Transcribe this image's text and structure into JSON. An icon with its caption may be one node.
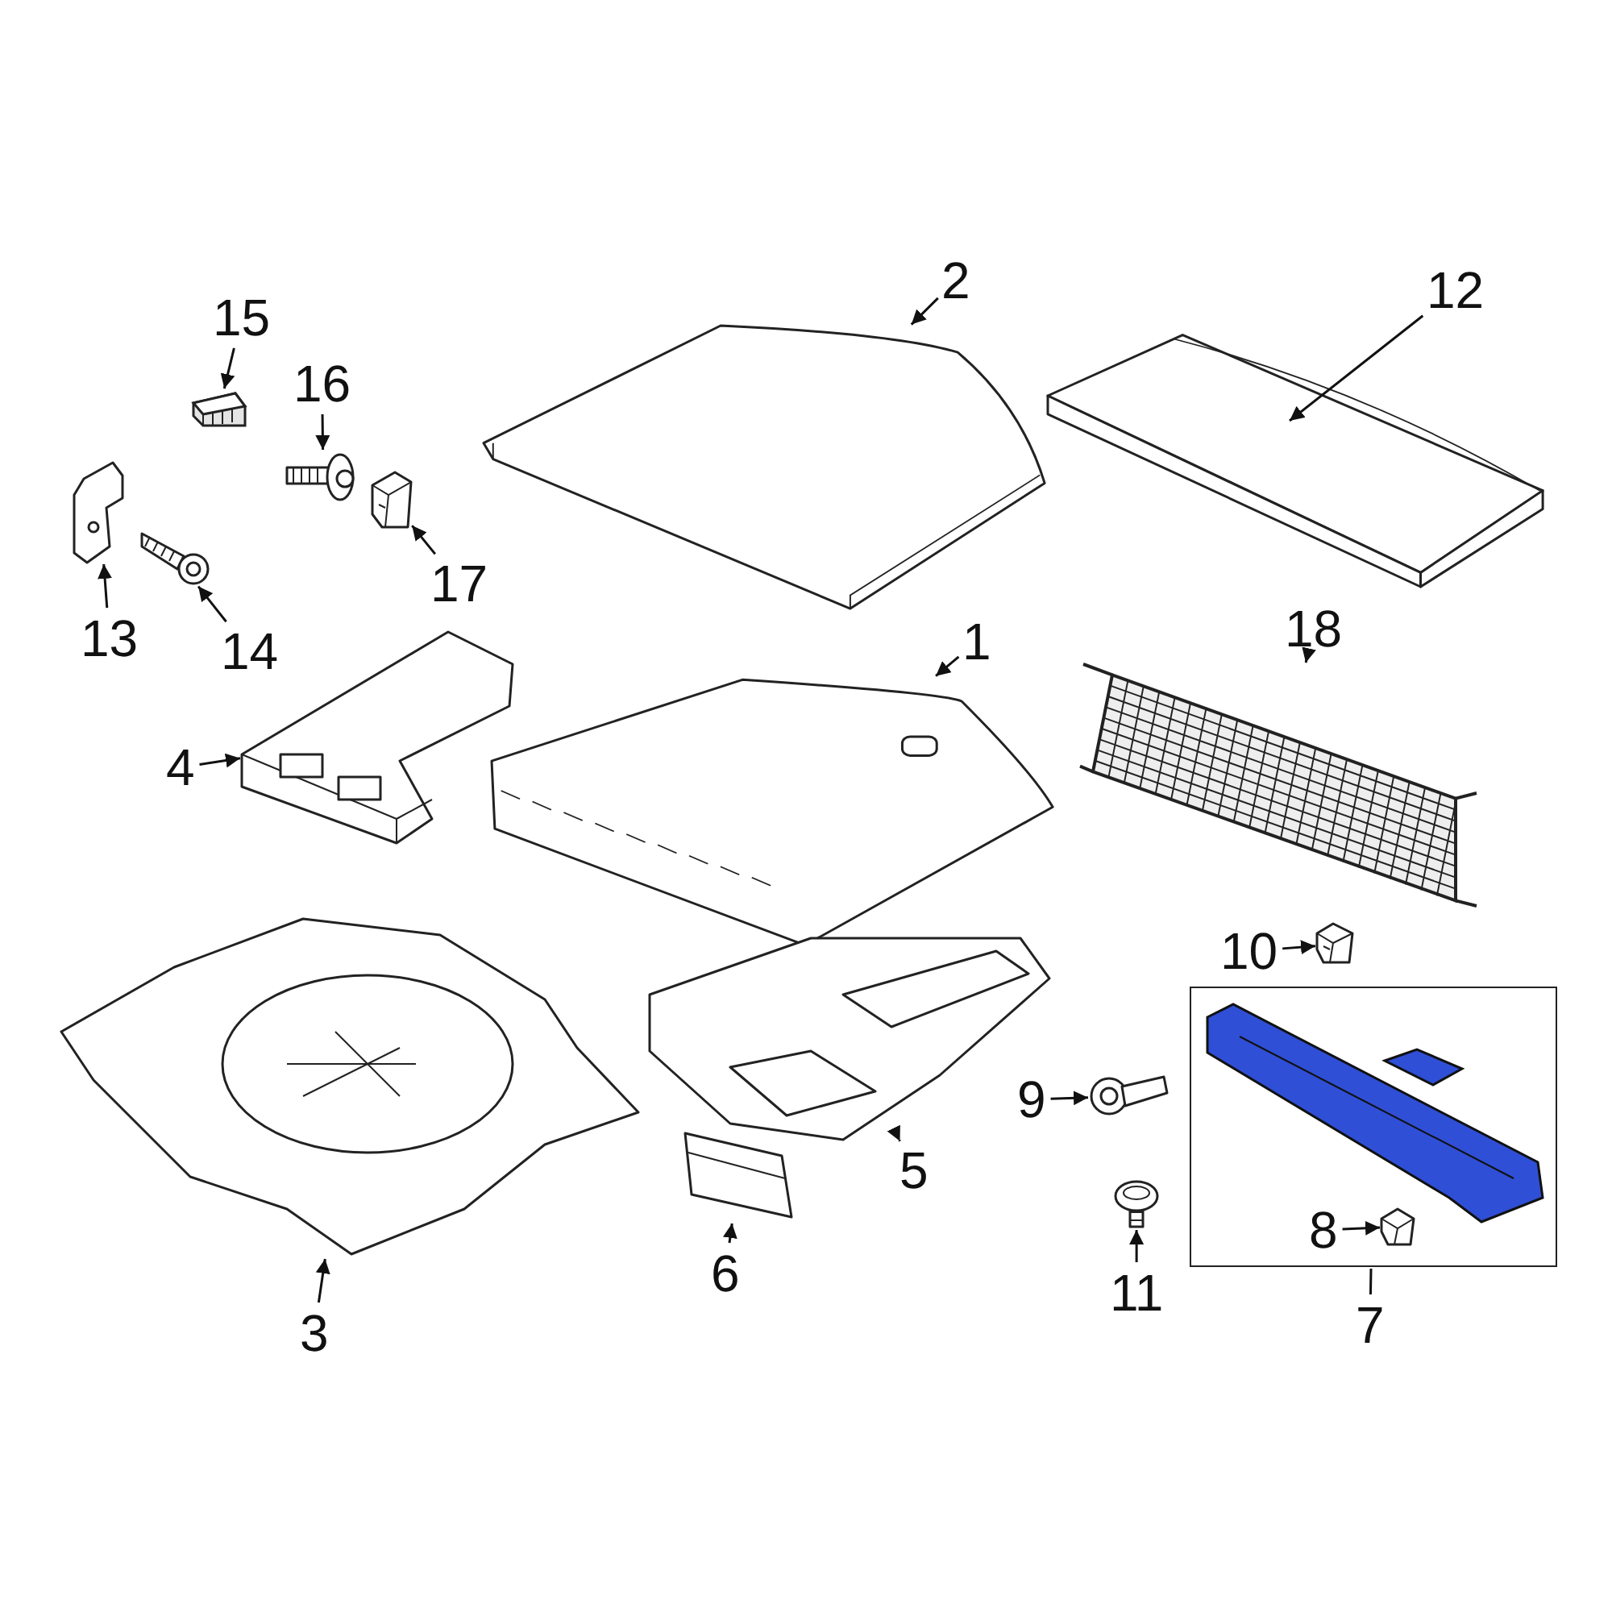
{
  "diagram": {
    "nodes": [
      {
        "text": [
          "15"
        ]
      },
      {
        "text": [],
        "shape": "picture"
      },
      {
        "text": [
          "16"
        ]
      },
      {
        "text": [],
        "shape": "picture"
      },
      {
        "text": [
          "17"
        ]
      },
      {
        "text": [],
        "shape": "picture"
      },
      {
        "text": [
          "13"
        ]
      },
      {
        "text": [],
        "shape": "picture"
      },
      {
        "text": [
          "14"
        ]
      },
      {
        "text": [],
        "shape": "picture"
      },
      {
        "text": [
          "2"
        ]
      },
      {
        "text": [],
        "shape": "picture"
      },
      {
        "text": [
          "12"
        ]
      },
      {
        "text": [],
        "shape": "picture"
      },
      {
        "text": [
          "4"
        ]
      },
      {
        "text": [],
        "shape": "picture"
      },
      {
        "text": [
          "1"
        ]
      },
      {
        "text": [],
        "shape": "picture"
      },
      {
        "text": [
          "18"
        ]
      },
      {
        "text": [],
        "shape": "picture"
      },
      {
        "text": [
          "10"
        ]
      },
      {
        "text": [],
        "shape": "picture"
      },
      {
        "text": [],
        "shape": "box"
      },
      {
        "text": [],
        "shape": "picture",
        "in": 22
      },
      {
        "text": [],
        "shape": "picture",
        "in": 22
      },
      {
        "text": [
          "8"
        ],
        "in": 22
      },
      {
        "text": [
          "9"
        ]
      },
      {
        "text": [],
        "shape": "picture"
      },
      {
        "text": [
          "11"
        ]
      },
      {
        "text": [],
        "shape": "picture"
      },
      {
        "text": [
          "3"
        ]
      },
      {
        "text": [],
        "shape": "picture"
      },
      {
        "text": [
          "6"
        ]
      },
      {
        "text": [],
        "shape": "picture"
      },
      {
        "text": [
          "5"
        ]
      },
      {
        "text": [],
        "shape": "picture"
      },
      {
        "text": [
          "7"
        ]
      }
    ],
    "edges": [
      {
        "from": 0,
        "to": 1,
        "arrow": "to"
      },
      {
        "from": 2,
        "to": 3,
        "arrow": "to"
      },
      {
        "from": 4,
        "to": 5,
        "arrow": "to"
      },
      {
        "from": 6,
        "to": 7,
        "arrow": "to"
      },
      {
        "from": 8,
        "to": 9,
        "arrow": "to"
      },
      {
        "from": 10,
        "to": 11,
        "arrow": "to"
      },
      {
        "from": 12,
        "to": 13,
        "arrow": "to"
      },
      {
        "from": 14,
        "to": 15,
        "arrow": "to"
      },
      {
        "from": 16,
        "to": 17,
        "arrow": "to"
      },
      {
        "from": 18,
        "to": 19,
        "arrow": "to"
      },
      {
        "from": 20,
        "to": 21,
        "arrow": "to"
      },
      {
        "from": 25,
        "to": 24,
        "arrow": "to"
      },
      {
        "from": 26,
        "to": 27,
        "arrow": "to"
      },
      {
        "from": 28,
        "to": 29,
        "arrow": "to"
      },
      {
        "from": 30,
        "to": 31,
        "arrow": "to"
      },
      {
        "from": 32,
        "to": 33,
        "arrow": "to"
      },
      {
        "from": 34,
        "to": 35,
        "arrow": "to"
      },
      {
        "from": 36,
        "to": 22,
        "arrow": "none"
      }
    ]
  }
}
